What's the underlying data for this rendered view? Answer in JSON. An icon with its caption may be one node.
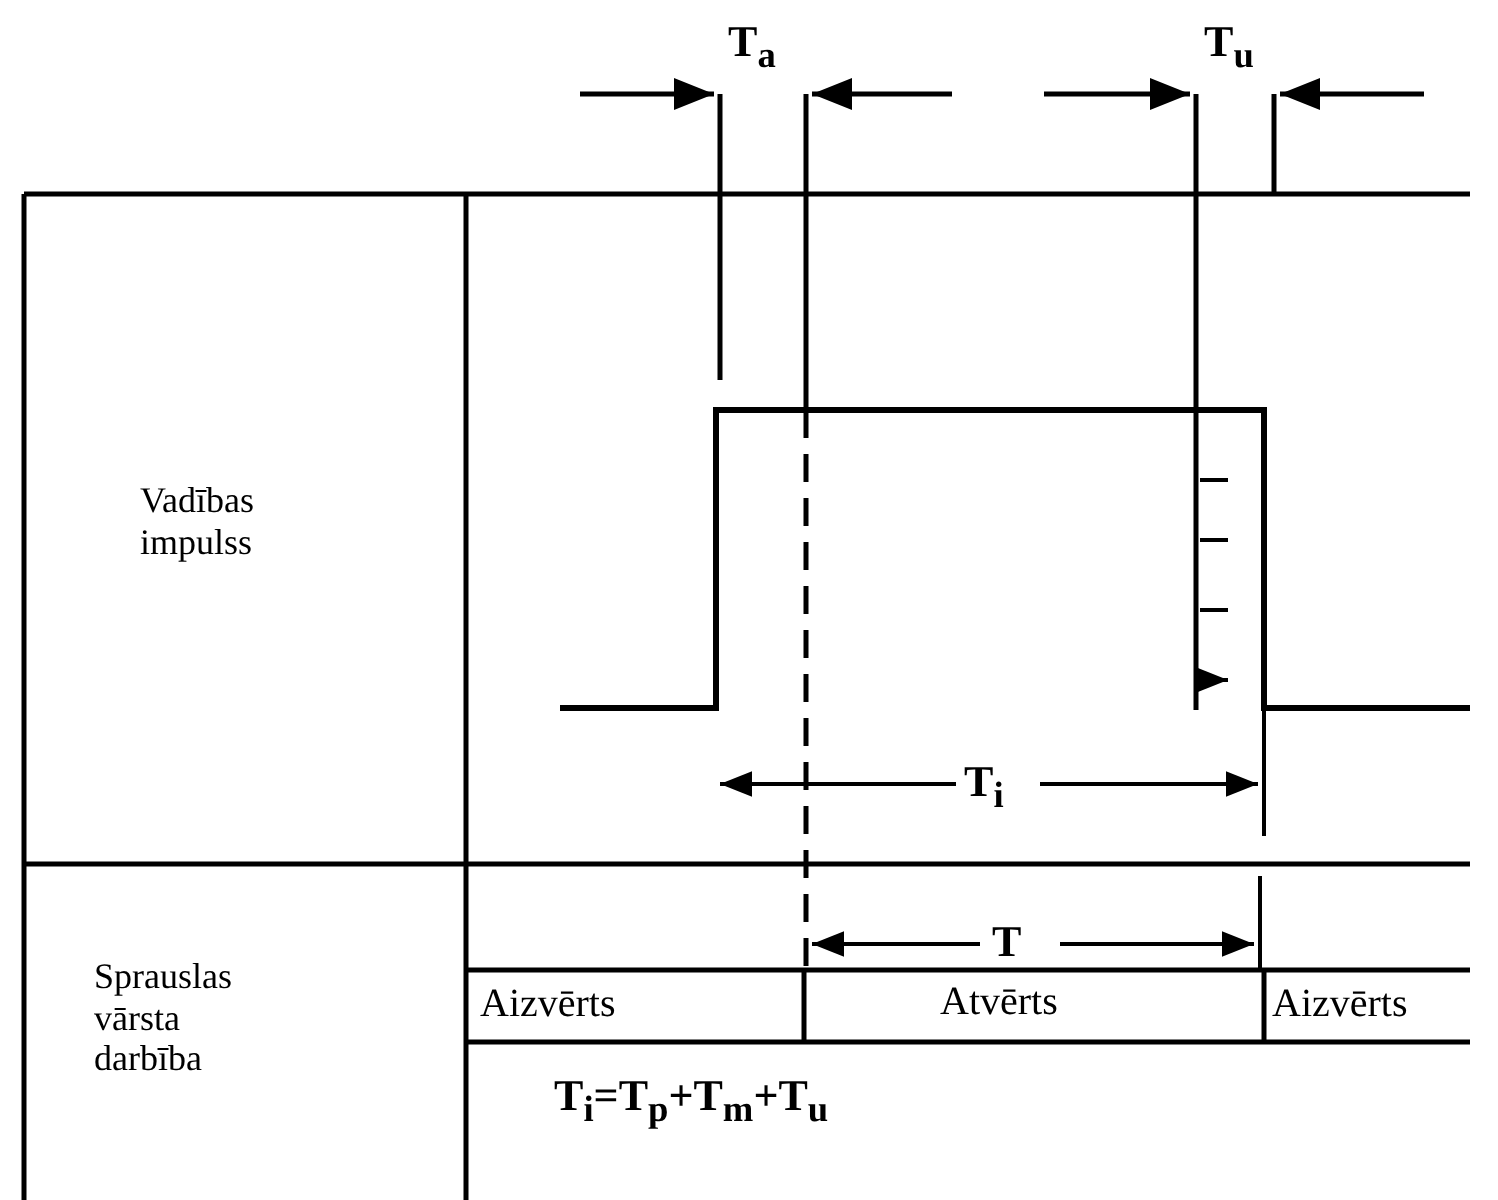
{
  "diagram": {
    "labels": [
      "T$_{a}$",
      "T$_{u}$",
      "Vadības impulss",
      "T$_{i}$",
      "Sprauslas vārsta darbība",
      "T",
      "Aizvērts",
      "Atvērts",
      "Aizvērts",
      "T$_{i}$=T$_{p}$+T$_{m}$+T$_{u}$"
    ]
  }
}
